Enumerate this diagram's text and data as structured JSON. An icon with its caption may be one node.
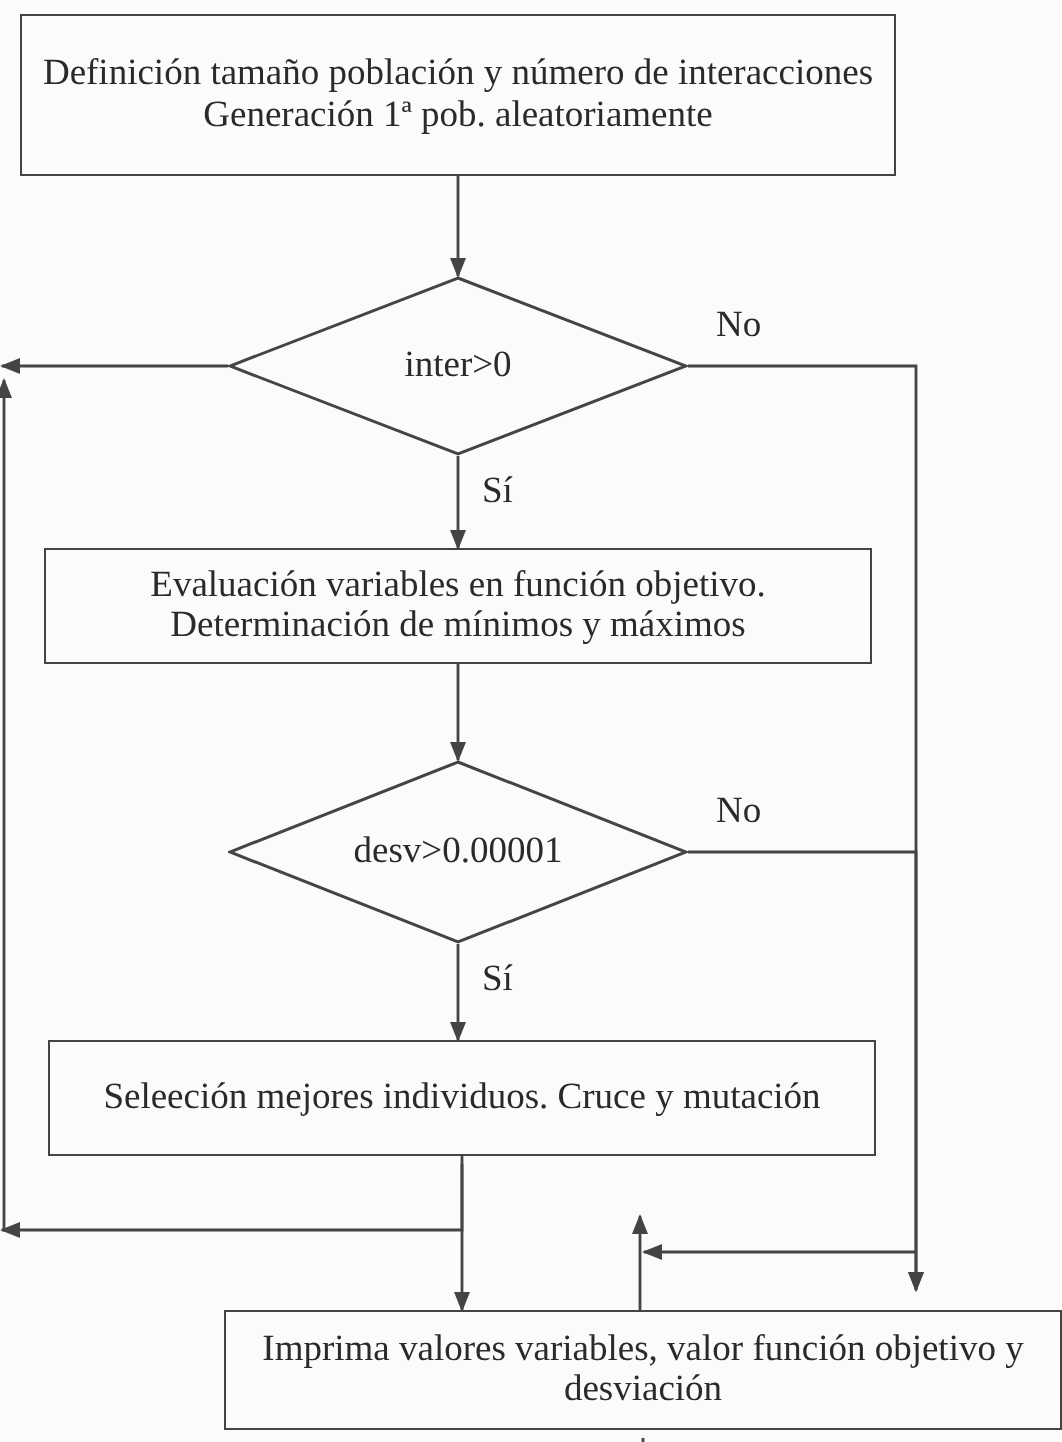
{
  "diagram": {
    "nodes": [
      {
        "text": [
          "Definición tamaño población y número de interacciones",
          "Generación 1ª pob. aleatoriamente"
        ]
      },
      {
        "text": [
          "inter>0"
        ]
      },
      {
        "text": [
          "Evaluación variables en función objetivo. Determinación de mínimos y máximos"
        ]
      },
      {
        "text": [
          "desv>0.00001"
        ]
      },
      {
        "text": [
          "Seleeción mejores individuos. Cruce y mutación"
        ]
      },
      {
        "text": [
          "Imprima valores variables, valor función objetivo y desviación"
        ]
      }
    ],
    "edges": [
      {
        "from": 0,
        "to": 1,
        "arrow": "to"
      },
      {
        "from": 1,
        "to": 2,
        "arrow": "to",
        "label": "Sí"
      },
      {
        "from": 1,
        "to": 5,
        "arrow": "to",
        "label": "No"
      },
      {
        "from": 1,
        "to": null,
        "arrow": "to"
      },
      {
        "from": 2,
        "to": 3,
        "arrow": "to"
      },
      {
        "from": 3,
        "to": 4,
        "arrow": "to",
        "label": "Sí"
      },
      {
        "from": 3,
        "to": 5,
        "arrow": "to",
        "label": "No"
      },
      {
        "from": 4,
        "to": 5,
        "arrow": "to"
      },
      {
        "from": 4,
        "to": null,
        "arrow": "to"
      },
      {
        "from": 5,
        "to": null,
        "arrow": "to"
      }
    ]
  }
}
